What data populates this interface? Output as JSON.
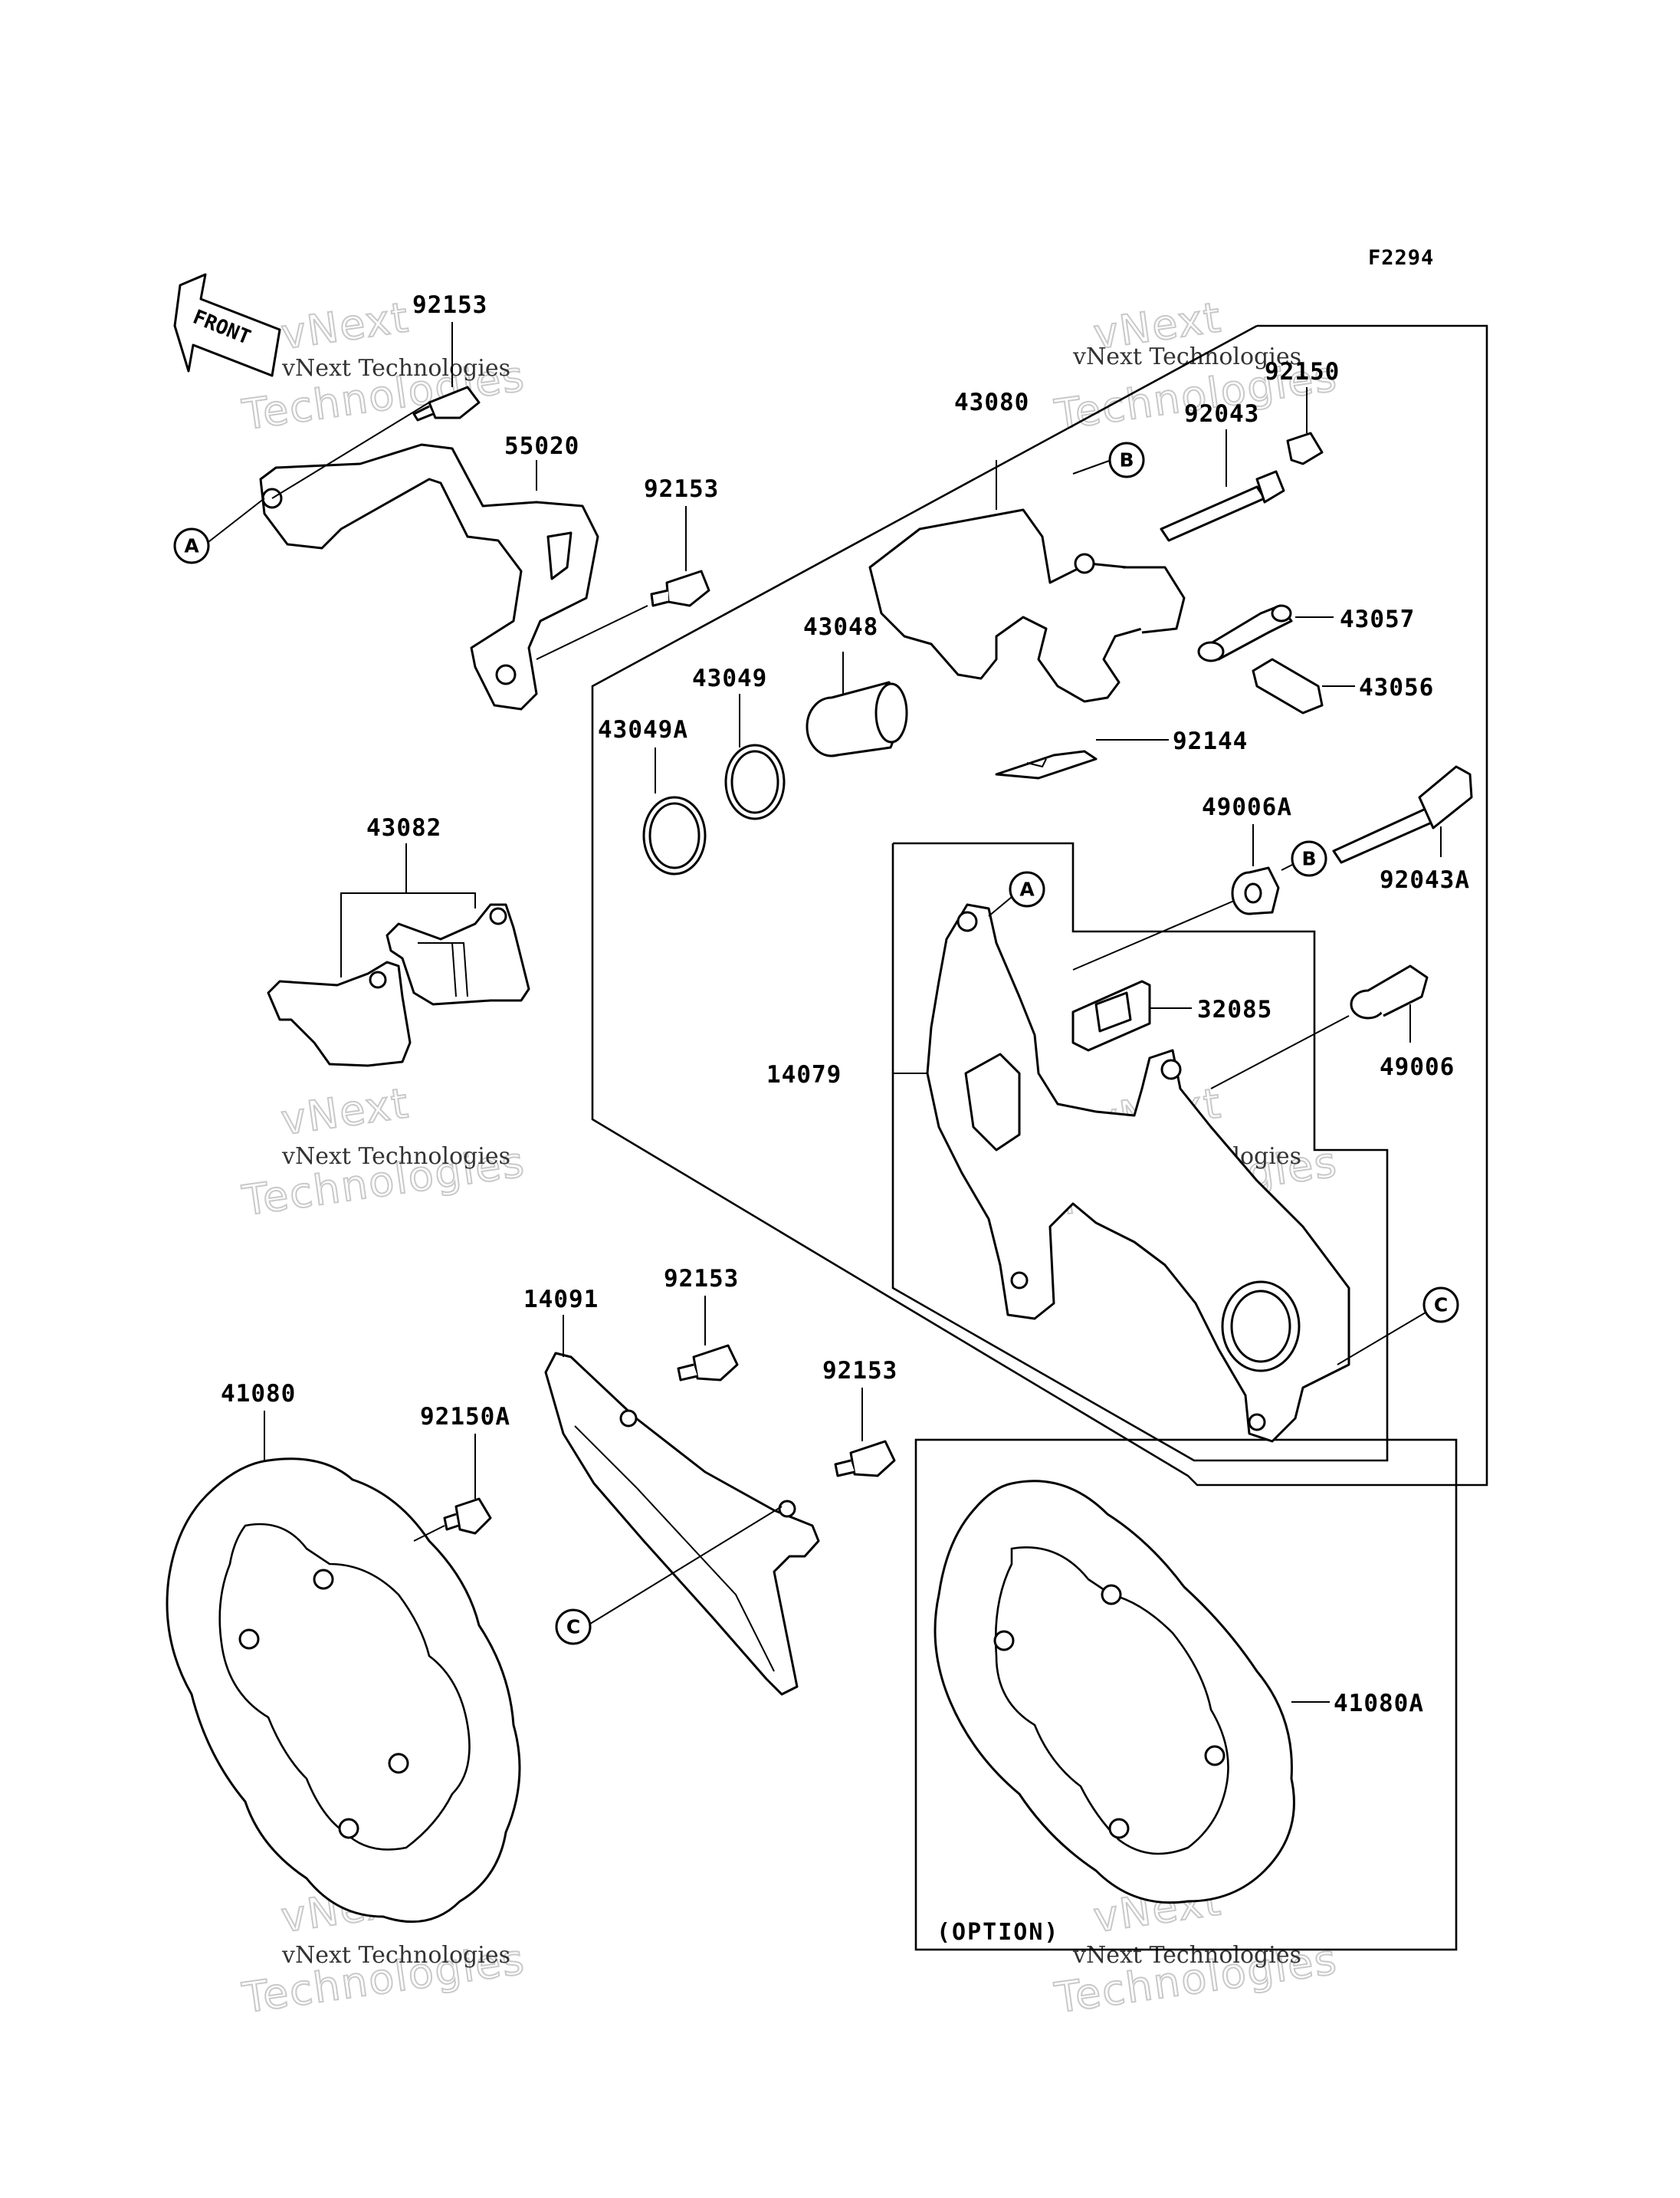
{
  "figure_code": "F2294",
  "front_label": "FRONT",
  "option_label": "(OPTION)",
  "watermark": {
    "line1": "vNext Technologies",
    "line2": "vNext",
    "line3": "Technologies"
  },
  "callouts": [
    "A",
    "B",
    "C"
  ],
  "parts": {
    "p92153_top": "92153",
    "p55020": "55020",
    "p92153_mid": "92153",
    "p43080": "43080",
    "p92150": "92150",
    "p92043": "92043",
    "p43057": "43057",
    "p43056": "43056",
    "p43048": "43048",
    "p43049": "43049",
    "p43049A": "43049A",
    "p92144": "92144",
    "p43082": "43082",
    "p49006A": "49006A",
    "p92043A": "92043A",
    "p32085": "32085",
    "p14079": "14079",
    "p49006": "49006",
    "p14091": "14091",
    "p92153_guard1": "92153",
    "p92153_guard2": "92153",
    "p41080": "41080",
    "p92150A": "92150A",
    "p41080A": "41080A"
  }
}
